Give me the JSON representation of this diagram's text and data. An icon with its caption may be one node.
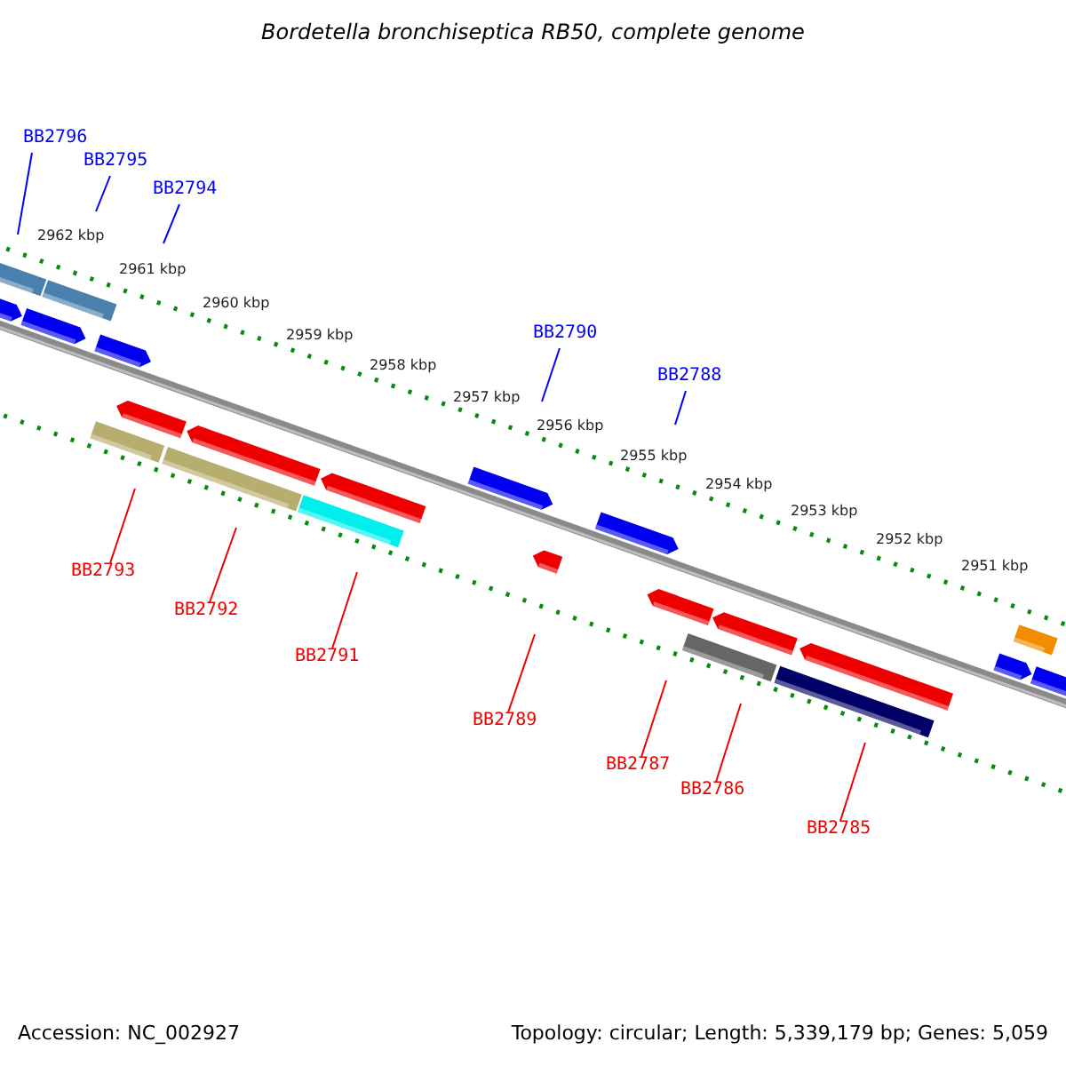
{
  "diagram": {
    "title": "Bordetella bronchiseptica RB50, complete genome",
    "nodes": [
      {
        "text": [
          "BB2796"
        ]
      },
      {
        "text": [
          "BB2795"
        ]
      },
      {
        "text": [
          "BB2794"
        ]
      },
      {
        "text": [
          "BB2790"
        ]
      },
      {
        "text": [
          "BB2788"
        ]
      },
      {
        "text": [
          "BB2793"
        ]
      },
      {
        "text": [
          "BB2792"
        ]
      },
      {
        "text": [
          "BB2791"
        ]
      },
      {
        "text": [
          "BB2789"
        ]
      },
      {
        "text": [
          "BB2787"
        ]
      },
      {
        "text": [
          "BB2786"
        ]
      },
      {
        "text": [
          "BB2785"
        ]
      }
    ],
    "edges": [
      {
        "from": 0,
        "to": null,
        "arrow": "none",
        "color": "#0000ff"
      },
      {
        "from": 1,
        "to": null,
        "arrow": "none",
        "color": "#0000ff"
      },
      {
        "from": 2,
        "to": null,
        "arrow": "none",
        "color": "#0000ff"
      },
      {
        "from": 3,
        "to": null,
        "arrow": "none",
        "color": "#0000ff"
      },
      {
        "from": 4,
        "to": null,
        "arrow": "none",
        "color": "#0000ff"
      },
      {
        "from": 5,
        "to": null,
        "arrow": "none"
      },
      {
        "from": 6,
        "to": null,
        "arrow": "none"
      },
      {
        "from": 7,
        "to": null,
        "arrow": "none"
      },
      {
        "from": 8,
        "to": null,
        "arrow": "none"
      },
      {
        "from": 9,
        "to": null,
        "arrow": "none"
      },
      {
        "from": 10,
        "to": null,
        "arrow": "none"
      },
      {
        "from": 11,
        "to": null,
        "arrow": "none"
      }
    ],
    "labels": [
      "2962 kbp",
      "2961 kbp",
      "2960 kbp",
      "2959 kbp",
      "2958 kbp",
      "2957 kbp",
      "2956 kbp",
      "2955 kbp",
      "2954 kbp",
      "2953 kbp",
      "2952 kbp",
      "2951 kbp",
      "Accession: NC_002927",
      "Topology: circular; Length: 5,339,179 bp; Genes: 5,059"
    ]
  }
}
